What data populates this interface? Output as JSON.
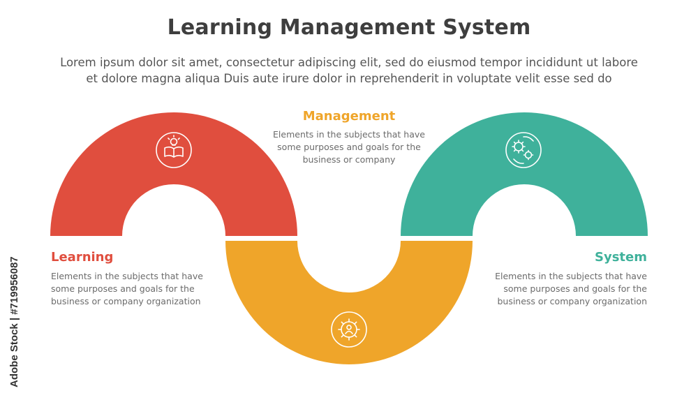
{
  "title": "Learning Management System",
  "subtitle_line1": "Lorem ipsum dolor sit amet, consectetur adipiscing elit, sed do eiusmod tempor incididunt ut labore",
  "subtitle_line2": "et dolore magna aliqua Duis aute irure dolor in reprehenderit in voluptate velit esse sed do",
  "watermark": "Adobe Stock | #719956087",
  "steps": {
    "learning": {
      "label": "Learning",
      "desc_line1": "Elements in the subjects that have",
      "desc_line2": "some purposes and goals for the",
      "desc_line3": "business or company organization",
      "color": "#e04e3e",
      "icon": "book-lightbulb-icon"
    },
    "management": {
      "label": "Management",
      "desc_line1": "Elements in the subjects that have",
      "desc_line2": "some purposes and goals for the",
      "desc_line3": "business or company",
      "color": "#efa52a",
      "icon": "gear-person-icon"
    },
    "system": {
      "label": "System",
      "desc_line1": "Elements in the subjects that have",
      "desc_line2": "some purposes and goals for the",
      "desc_line3": "business or company organization",
      "color": "#3fb19b",
      "icon": "gears-cycle-icon"
    }
  }
}
